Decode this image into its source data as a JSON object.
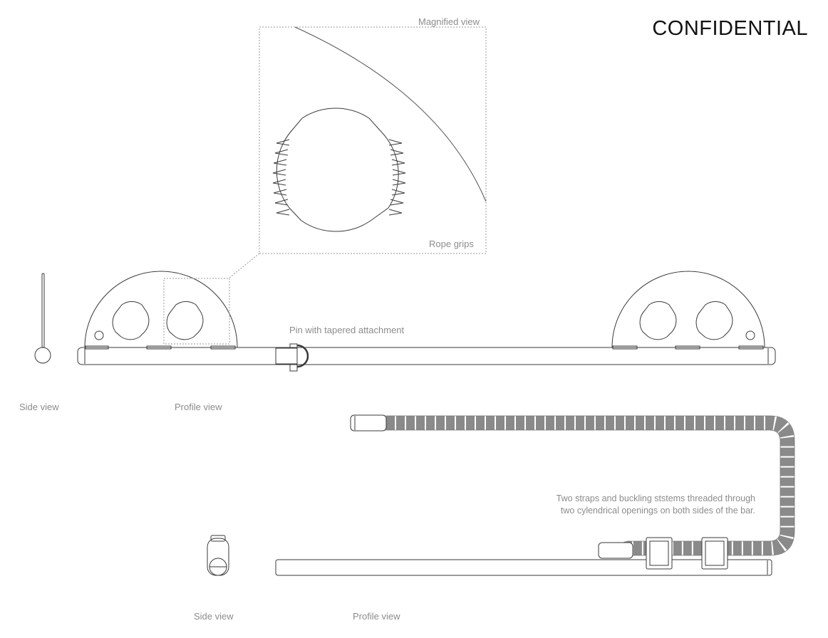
{
  "header": {
    "title": "CONFIDENTIAL"
  },
  "labels": {
    "magnified_view": "Magnified view",
    "rope_grips": "Rope grips",
    "pin": "Pin with tapered attachment",
    "top_side_view": "Side view",
    "top_profile_view": "Profile view",
    "bottom_side_view": "Side view",
    "bottom_profile_view": "Profile view"
  },
  "note": {
    "line1": "Two straps and buckling ststems threaded through",
    "line2": "two cylendrical openings on both sides of the bar."
  },
  "colors": {
    "line": "#3a3a3a",
    "dotted": "#9a9a9a",
    "rope": "#8a8a8a",
    "label": "#8c8c8c"
  }
}
